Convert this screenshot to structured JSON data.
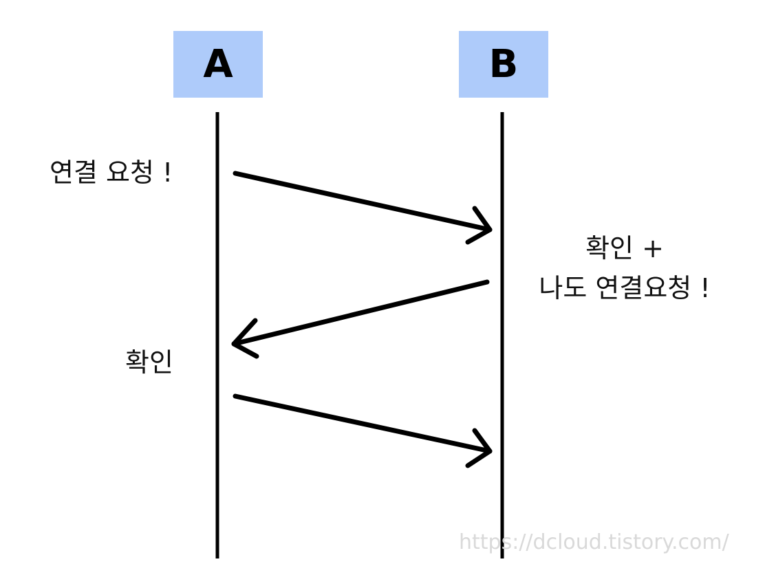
{
  "participants": {
    "a": "A",
    "b": "B"
  },
  "messages": [
    {
      "label_lines": [
        "연결 요청 !"
      ],
      "from": "A",
      "to": "B"
    },
    {
      "label_lines": [
        "확인 +",
        "나도 연결요청 !"
      ],
      "from": "B",
      "to": "A"
    },
    {
      "label_lines": [
        "확인"
      ],
      "from": "A",
      "to": "B"
    }
  ],
  "watermark": "https://dcloud.tistory.com/",
  "colors": {
    "participant_box": "#aecbfa",
    "line": "#000000",
    "watermark": "#d9d9d9"
  }
}
